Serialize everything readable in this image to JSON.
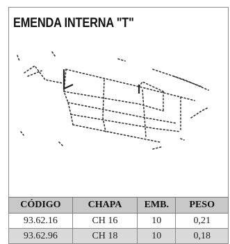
{
  "product": {
    "title": "EMENDA INTERNA \"T\"",
    "drawing_icon": "tee-joint-line-drawing"
  },
  "table": {
    "headers": [
      "CÓDIGO",
      "CHAPA",
      "EMB.",
      "PESO"
    ],
    "rows": [
      [
        "93.62.16",
        "CH 16",
        "10",
        "0,21"
      ],
      [
        "93.62.96",
        "CH 18",
        "10",
        "0,18"
      ]
    ]
  },
  "colors": {
    "header_bg": "#c8c8c8",
    "alt_row_bg": "#d9d9d9",
    "border": "#8a8a8a"
  }
}
